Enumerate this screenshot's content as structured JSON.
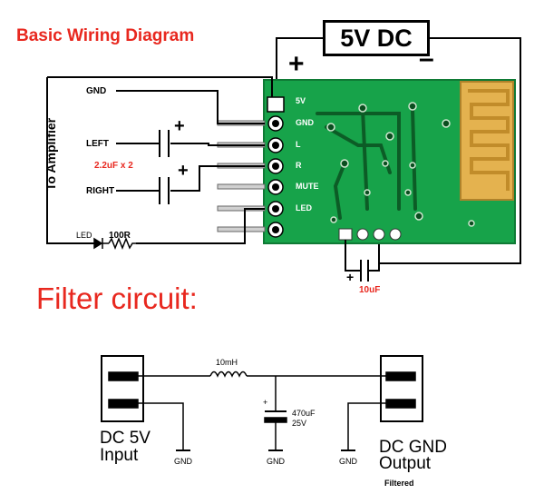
{
  "title": "Basic Wiring Diagram",
  "power": {
    "label": "5V DC",
    "plus": "+",
    "minus": "–"
  },
  "amp": {
    "label": "To Amplifier",
    "gnd": "GND",
    "left": "LEFT",
    "right": "RIGHT",
    "cap_note": "2.2uF x 2",
    "cap_plus": "+"
  },
  "led_circuit": {
    "led": "LED",
    "resistor": "100R"
  },
  "module_pins": [
    "5V",
    "GND",
    "L",
    "R",
    "MUTE",
    "LED"
  ],
  "cap10": {
    "label": "10uF",
    "plus": "+"
  },
  "filter": {
    "title": "Filter circuit:",
    "inductor": "10mH",
    "cap_plus": "+",
    "cap_value": "470uF",
    "cap_voltage": "25V",
    "gnd_labels": [
      "GND",
      "GND",
      "GND"
    ],
    "input_label_1": "DC 5V",
    "input_label_2": "Input",
    "output_label_1": "DC  GND",
    "output_label_2": "Output",
    "output_label_3": "Filtered"
  },
  "colors": {
    "title_red": "#e8281f",
    "pcb_green": "#17a34a",
    "pcb_dark": "#0f7a35",
    "antenna": "#d9a441"
  }
}
